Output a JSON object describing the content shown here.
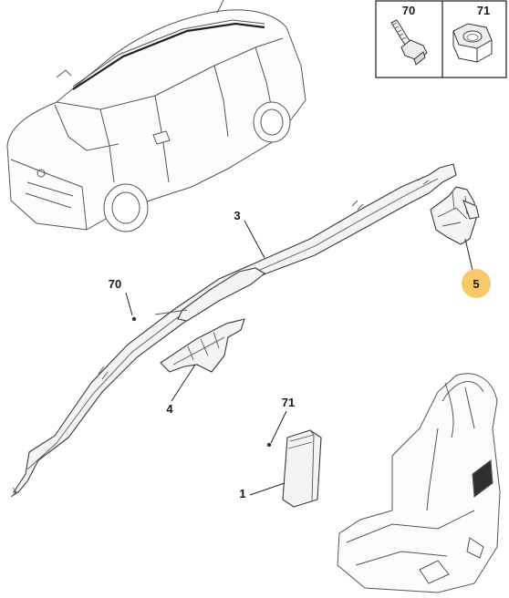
{
  "legend_box": {
    "items": [
      {
        "ref": "70",
        "icon": "bolt-icon"
      },
      {
        "ref": "71",
        "icon": "nut-icon"
      }
    ]
  },
  "callouts": {
    "c3": "3",
    "c70": "70",
    "c4": "4",
    "c71": "71",
    "c1": "1",
    "c5": "5"
  },
  "colors": {
    "highlight": "#f7c96a",
    "line": "#3a3a3a",
    "background": "#ffffff"
  }
}
